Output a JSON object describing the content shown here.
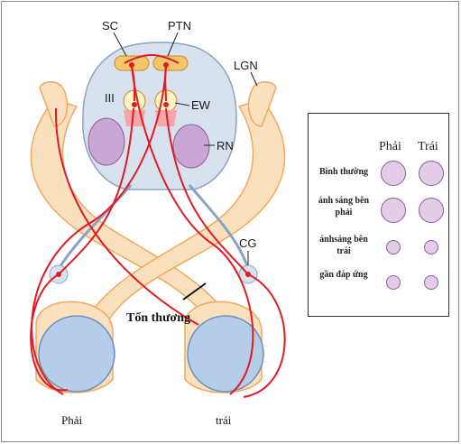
{
  "labels": {
    "sc": "SC",
    "ptn": "PTN",
    "lgn": "LGN",
    "third_nerve": "III",
    "ew": "EW",
    "rn": "RN",
    "cg": "CG",
    "lesion": "Tổn thương",
    "eye_right": "Phải",
    "eye_left": "trái"
  },
  "legend": {
    "col_right": "Phải",
    "col_left": "Trái",
    "rows": [
      {
        "label": "Bình thường",
        "right_pupil": "large",
        "left_pupil": "large"
      },
      {
        "label": "ánh sáng bên phải",
        "right_pupil": "large",
        "left_pupil": "large"
      },
      {
        "label": "ánhsáng bên trái",
        "right_pupil": "small",
        "left_pupil": "small"
      },
      {
        "label": "gần đáp ứng",
        "right_pupil": "small",
        "left_pupil": "small"
      }
    ]
  },
  "colors": {
    "nerve": "#e01b24",
    "optic_tract": "#fbe0bd",
    "optic_outline": "#f0a860",
    "brainstem": "#d8e2ef",
    "eye": "#b6cdea",
    "nucleus": "#c9a6d4",
    "pupil_fill": "#e3cce8"
  }
}
